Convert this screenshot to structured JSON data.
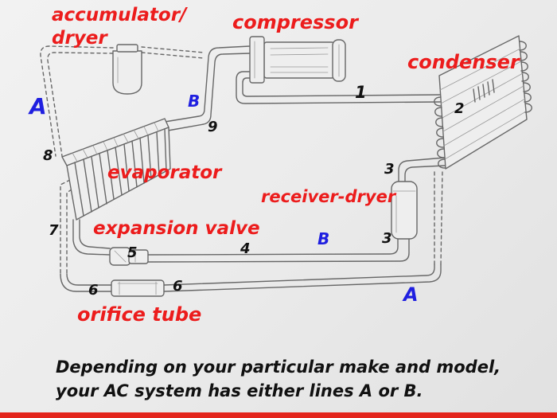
{
  "labels": {
    "accumulator": "accumulator/",
    "dryer": "dryer",
    "compressor": "compressor",
    "condenser": "condenser",
    "evaporator": "evaporator",
    "receiver_dryer": "receiver-dryer",
    "expansion_valve": "expansion valve",
    "orifice_tube": "orifice tube"
  },
  "lines": {
    "a_left": "A",
    "b_upper": "B",
    "b_lower": "B",
    "a_lower": "A"
  },
  "points": {
    "p1": "1",
    "p2": "2",
    "p3_upper": "3",
    "p3_lower": "3",
    "p4": "4",
    "p5": "5",
    "p6_left": "6",
    "p6_right": "6",
    "p7": "7",
    "p8": "8",
    "p9": "9"
  },
  "caption": {
    "line1": "Depending on your particular make and model,",
    "line2": "your AC system has either lines A or B."
  },
  "colors": {
    "red": "#ec1c1c",
    "blue": "#1f1fe0",
    "ink": "#111111",
    "pencil": "#676767",
    "paper": "#ebebeb",
    "bar": "#e3241b"
  }
}
